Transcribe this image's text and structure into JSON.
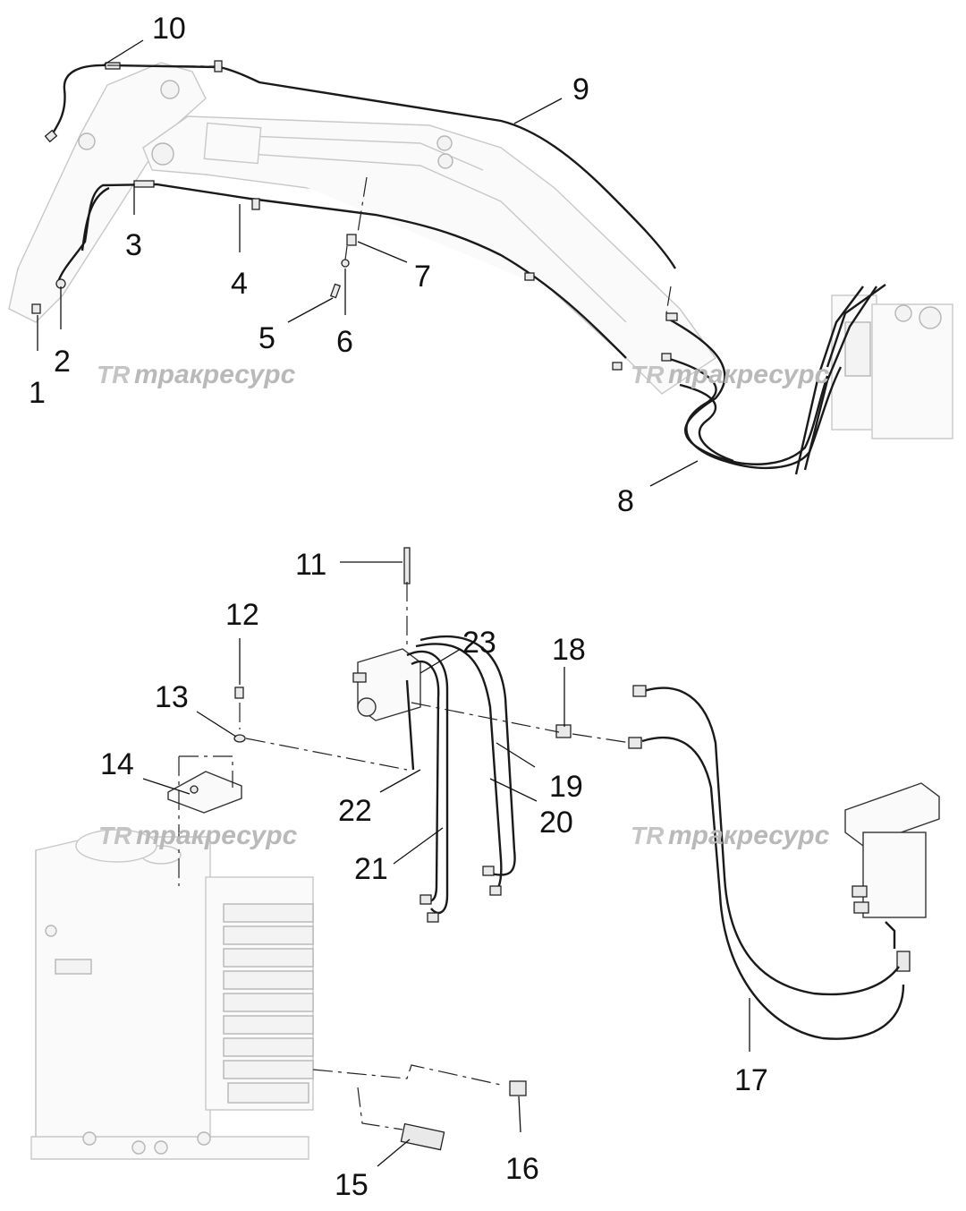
{
  "diagram": {
    "callouts": [
      {
        "id": "c1",
        "text": "1"
      },
      {
        "id": "c2",
        "text": "2"
      },
      {
        "id": "c3",
        "text": "3"
      },
      {
        "id": "c4",
        "text": "4"
      },
      {
        "id": "c5",
        "text": "5"
      },
      {
        "id": "c6",
        "text": "6"
      },
      {
        "id": "c7",
        "text": "7"
      },
      {
        "id": "c8",
        "text": "8"
      },
      {
        "id": "c9",
        "text": "9"
      },
      {
        "id": "c10",
        "text": "10"
      },
      {
        "id": "c11",
        "text": "11"
      },
      {
        "id": "c12",
        "text": "12"
      },
      {
        "id": "c13",
        "text": "13"
      },
      {
        "id": "c14",
        "text": "14"
      },
      {
        "id": "c15",
        "text": "15"
      },
      {
        "id": "c16",
        "text": "16"
      },
      {
        "id": "c17",
        "text": "17"
      },
      {
        "id": "c18",
        "text": "18"
      },
      {
        "id": "c19",
        "text": "19"
      },
      {
        "id": "c20",
        "text": "20"
      },
      {
        "id": "c21",
        "text": "21"
      },
      {
        "id": "c22",
        "text": "22"
      },
      {
        "id": "c23",
        "text": "23"
      }
    ],
    "watermark": {
      "logo": "TR",
      "text": "тракресурс"
    },
    "colors": {
      "line": "#1a1a1a",
      "part_outline": "#c8c8c8",
      "watermark": "#b9b9b9"
    }
  }
}
